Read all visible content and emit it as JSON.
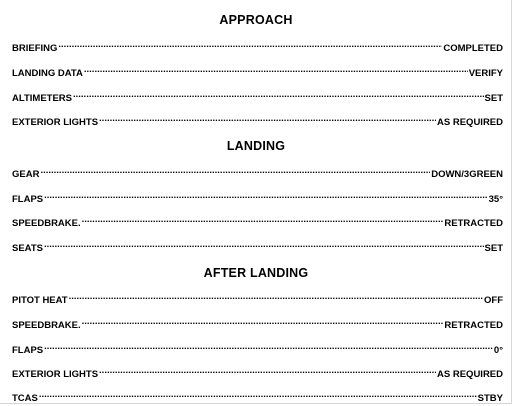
{
  "sections": [
    {
      "title": "APPROACH",
      "items": [
        {
          "item": "BRIEFING",
          "value": "COMPLETED"
        },
        {
          "item": "LANDING DATA",
          "value": "VERIFY"
        },
        {
          "item": "ALTIMETERS",
          "value": "SET"
        },
        {
          "item": "EXTERIOR LIGHTS",
          "value": "AS REQUIRED"
        }
      ]
    },
    {
      "title": "LANDING",
      "items": [
        {
          "item": "GEAR",
          "value": "DOWN/3GREEN"
        },
        {
          "item": "FLAPS",
          "value": "35°"
        },
        {
          "item": "SPEEDBRAKE. ",
          "value": "RETRACTED"
        },
        {
          "item": "SEATS",
          "value": "SET"
        }
      ]
    },
    {
      "title": "AFTER LANDING",
      "items": [
        {
          "item": "PITOT HEAT",
          "value": "OFF"
        },
        {
          "item": "SPEEDBRAKE. ",
          "value": "RETRACTED"
        },
        {
          "item": "FLAPS",
          "value": "0°"
        },
        {
          "item": "EXTERIOR LIGHTS",
          "value": "AS REQUIRED"
        },
        {
          "item": "TCAS",
          "value": "STBY"
        }
      ]
    }
  ]
}
